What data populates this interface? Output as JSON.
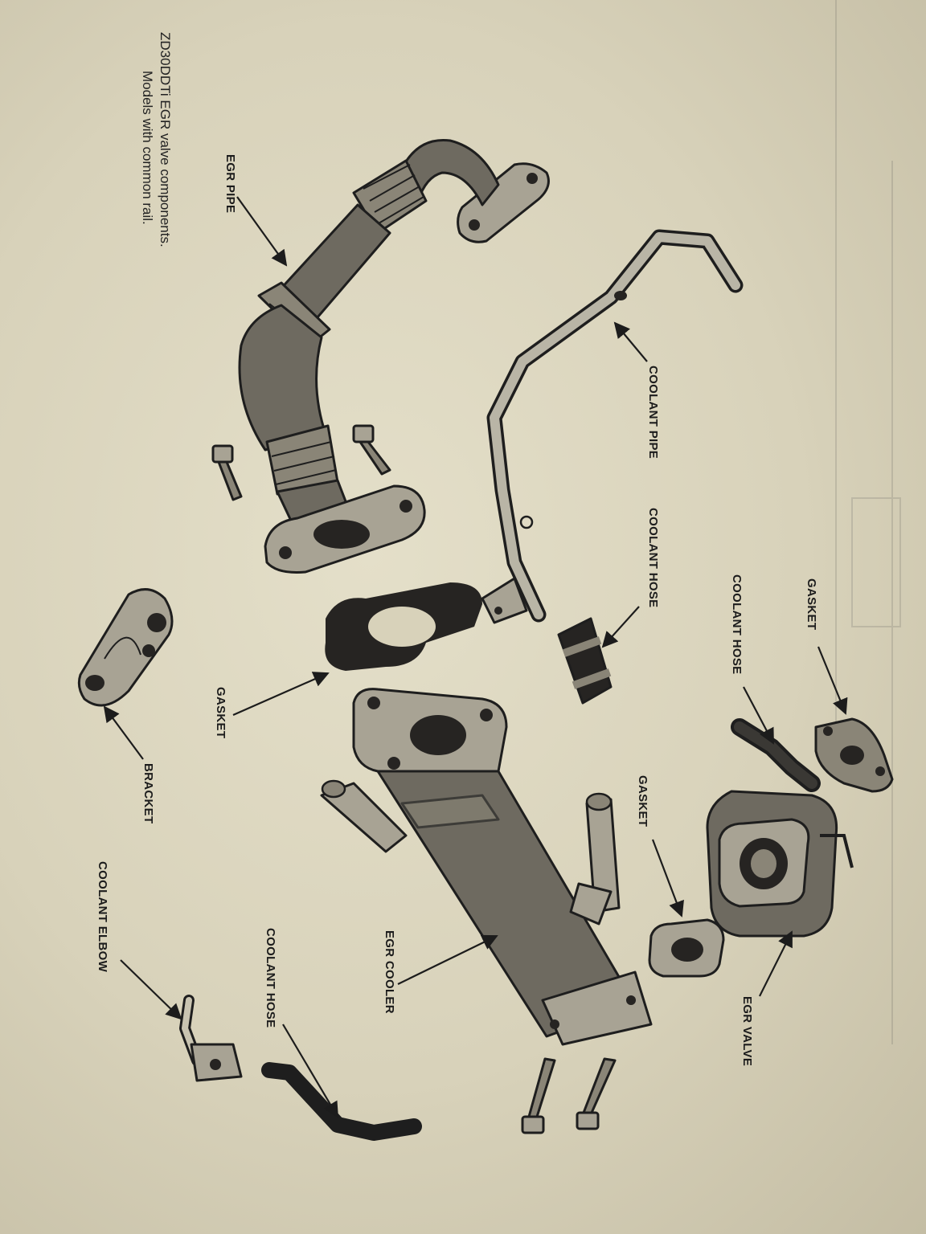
{
  "caption": {
    "line1": "ZD30DDTi EGR valve components.",
    "line2": "Models with common rail."
  },
  "labels": {
    "egr_pipe": "EGR PIPE",
    "coolant_pipe": "COOLANT PIPE",
    "coolant_hose_top": "COOLANT HOSE",
    "coolant_hose_right": "COOLANT HOSE",
    "gasket_right": "GASKET",
    "gasket_middle": "GASKET",
    "gasket_small": "GASKET",
    "bracket": "BRACKET",
    "egr_cooler": "EGR COOLER",
    "egr_valve": "EGR VALVE",
    "coolant_hose_bottom": "COOLANT HOSE",
    "coolant_elbow": "COOLANT ELBOW"
  },
  "colors": {
    "paper": "#ddd8c1",
    "part_fill": "#7a766a",
    "ink": "#1c1c1c"
  }
}
